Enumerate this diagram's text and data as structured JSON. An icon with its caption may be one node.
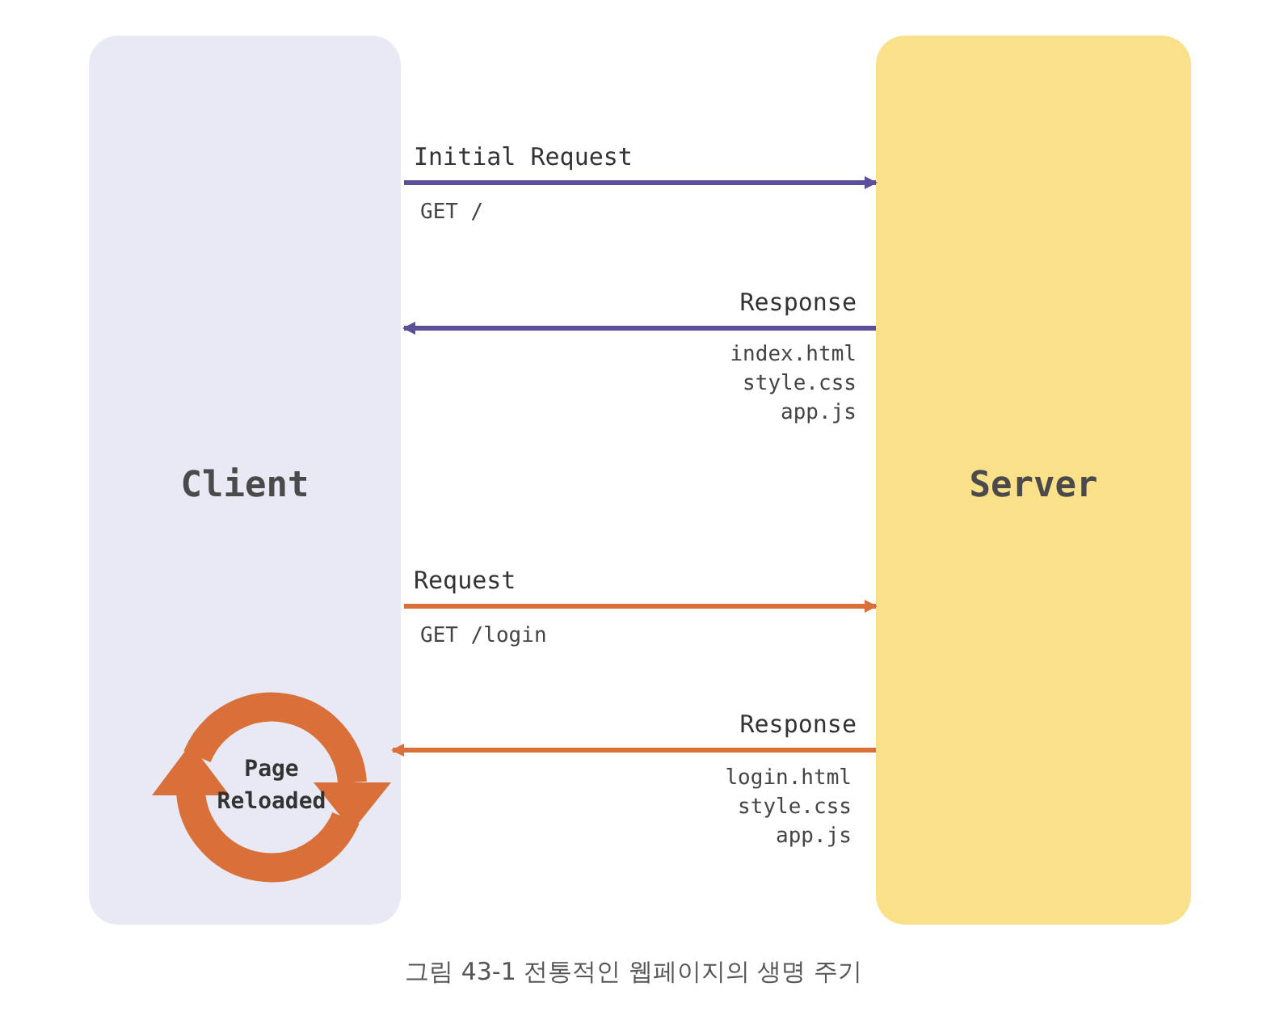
{
  "diagram": {
    "caption": "그림 43-1 전통적인 웹페이지의 생명 주기",
    "nodes": [
      {
        "text": [
          "Client"
        ]
      },
      {
        "text": [
          "Server"
        ]
      },
      {
        "text": [
          "Page Reloaded"
        ],
        "in": 0
      }
    ],
    "edges": [
      {
        "from": 0,
        "to": 1,
        "arrow": "to",
        "label": "Initial Request",
        "color": "#5a4f98"
      },
      {
        "from": 1,
        "to": 0,
        "arrow": "to",
        "label": "Response",
        "color": "#5a4f98"
      },
      {
        "from": 0,
        "to": 1,
        "arrow": "to",
        "label": "Request",
        "color": "#d9703a"
      },
      {
        "from": 1,
        "to": 2,
        "arrow": "to",
        "label": "Response",
        "color": "#d9703a"
      }
    ],
    "labels": [
      "GET /",
      "index.html",
      "style.css",
      "app.js",
      "GET /login",
      "login.html",
      "style.css",
      "app.js"
    ]
  }
}
